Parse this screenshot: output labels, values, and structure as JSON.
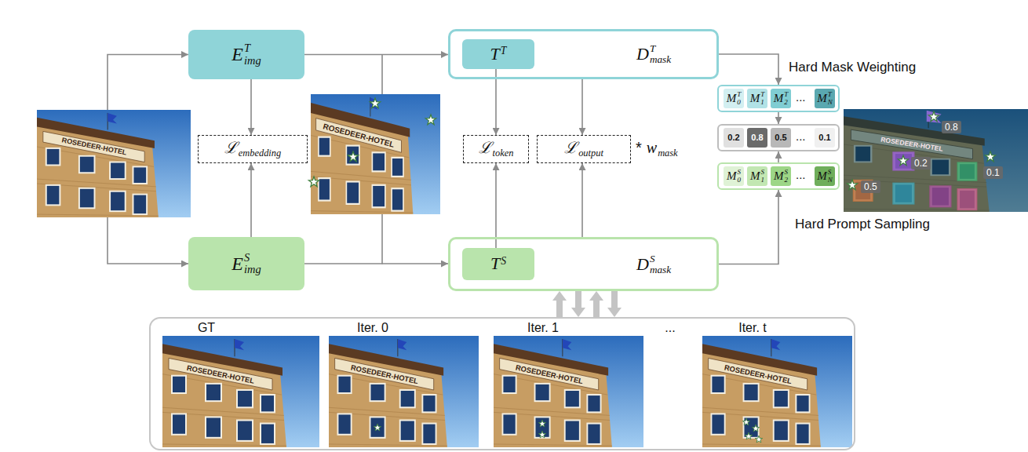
{
  "diagram": {
    "nodes": [
      {
        "text": [
          "E",
          "img",
          "T"
        ]
      },
      {
        "text": [
          "E",
          "img",
          "S"
        ]
      },
      {
        "text": [
          "ℒ",
          "embedding"
        ]
      },
      {
        "text": [
          "D",
          "mask",
          "T"
        ]
      },
      {
        "text": [
          "T",
          "T"
        ],
        "in": 3
      },
      {
        "text": [
          "D",
          "mask",
          "S"
        ]
      },
      {
        "text": [
          "T",
          "S"
        ],
        "in": 5
      },
      {
        "text": [
          "ℒ",
          "token"
        ]
      },
      {
        "text": [
          "ℒ",
          "output"
        ]
      },
      {
        "text": [
          "..."
        ]
      },
      {
        "text": [
          "M",
          "0",
          "T"
        ],
        "in": 9
      },
      {
        "text": [
          "M",
          "1",
          "T"
        ],
        "in": 9
      },
      {
        "text": [
          "M",
          "2",
          "T"
        ],
        "in": 9
      },
      {
        "text": [
          "M",
          "N",
          "T"
        ],
        "in": 9
      },
      {
        "text": [
          "..."
        ]
      },
      {
        "text": [
          "0.2"
        ],
        "in": 14
      },
      {
        "text": [
          "0.8"
        ],
        "in": 14
      },
      {
        "text": [
          "0.5"
        ],
        "in": 14
      },
      {
        "text": [
          "0.1"
        ],
        "in": 14
      },
      {
        "text": [
          "..."
        ]
      },
      {
        "text": [
          "M",
          "0",
          "S"
        ],
        "in": 19
      },
      {
        "text": [
          "M",
          "1",
          "S"
        ],
        "in": 19
      },
      {
        "text": [
          "M",
          "2",
          "S"
        ],
        "in": 19
      },
      {
        "text": [
          "M",
          "N",
          "S"
        ],
        "in": 19
      },
      {
        "text": [
          "GT",
          "Iter. 0",
          "Iter. 1",
          "...",
          "Iter. t"
        ]
      }
    ],
    "edges": [
      {
        "from": 0,
        "to": 2,
        "arrow": "to"
      },
      {
        "from": 1,
        "to": 2,
        "arrow": "to"
      },
      {
        "from": 0,
        "to": 3,
        "arrow": "to"
      },
      {
        "from": 1,
        "to": 5,
        "arrow": "to"
      },
      {
        "from": 4,
        "to": 7,
        "arrow": "to"
      },
      {
        "from": 6,
        "to": 7,
        "arrow": "to"
      },
      {
        "from": 3,
        "to": 8,
        "arrow": "to"
      },
      {
        "from": 5,
        "to": 8,
        "arrow": "to"
      },
      {
        "from": 3,
        "to": 9,
        "arrow": "to"
      },
      {
        "from": 9,
        "to": 14,
        "arrow": "to"
      },
      {
        "from": 19,
        "to": 14,
        "arrow": "to"
      },
      {
        "from": 5,
        "to": 19,
        "arrow": "to"
      },
      {
        "from": 24,
        "to": 5,
        "arrow": "to"
      },
      {
        "from": 5,
        "to": 24,
        "arrow": "to"
      },
      {
        "from": 24,
        "to": 5,
        "arrow": "to"
      },
      {
        "from": 5,
        "to": 24,
        "arrow": "to"
      }
    ],
    "labels": [
      "Hard Mask Weighting",
      "Hard Prompt Sampling",
      "*",
      "w",
      "mask",
      "0.8",
      "0.2",
      "0.1",
      "0.5",
      "ROSEDEER-HOTEL",
      "ROSEDEER-HOTEL",
      "ROSEDEER-HOTEL",
      "ROSEDEER-HOTEL",
      "ROSEDEER-HOTEL",
      "ROSEDEER-HOTEL",
      "ROSEDEER-HOTEL"
    ]
  }
}
